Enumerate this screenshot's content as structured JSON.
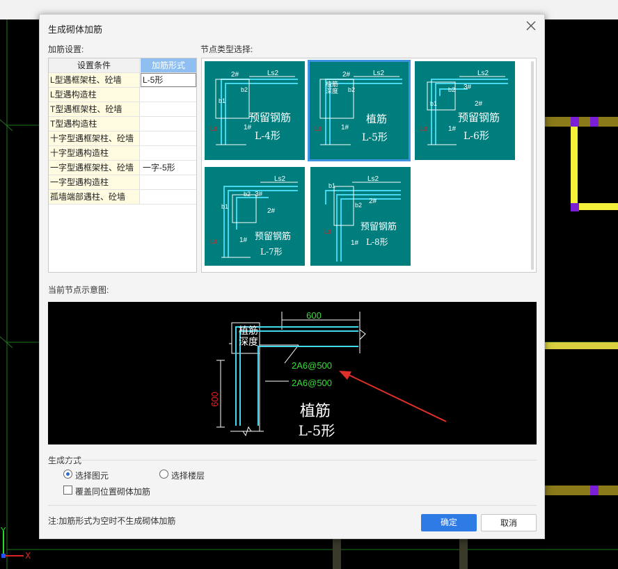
{
  "dialog": {
    "title": "生成砌体加筋",
    "settings_label": "加筋设置:",
    "node_type_label": "节点类型选择:",
    "preview_label": "当前节点示意图:",
    "gen_group_label": "生成方式",
    "radio_select_element": "选择图元",
    "radio_select_floor": "选择楼层",
    "checkbox_overwrite": "覆盖同位置砌体加筋",
    "note": "注:加筋形式为空时不生成砌体加筋",
    "ok_label": "确定",
    "cancel_label": "取消"
  },
  "table": {
    "headers": [
      "设置条件",
      "加筋形式"
    ],
    "rows": [
      {
        "condition": "L型遇框架柱、砼墙",
        "form": "L-5形"
      },
      {
        "condition": "L型遇构造柱",
        "form": ""
      },
      {
        "condition": "T型遇框架柱、砼墙",
        "form": ""
      },
      {
        "condition": "T型遇构造柱",
        "form": ""
      },
      {
        "condition": "十字型遇框架柱、砼墙",
        "form": ""
      },
      {
        "condition": "十字型遇构造柱",
        "form": ""
      },
      {
        "condition": "一字型遇框架柱、砼墙",
        "form": "一字-5形"
      },
      {
        "condition": "一字型遇构造柱",
        "form": ""
      },
      {
        "condition": "孤墙端部遇柱、砼墙",
        "form": ""
      }
    ]
  },
  "tiles": [
    {
      "line1": "预留钢筋",
      "line2": "L-4形",
      "bar_a": "2#",
      "bar_b": "1#",
      "dim": "Ls2",
      "b1": "b1",
      "b2": "b2",
      "ld": "Ld"
    },
    {
      "line1": "植筋",
      "line2": "L-5形",
      "bar_a": "2#",
      "bar_b": "1#",
      "dim": "Ls2",
      "b1": "b1",
      "b2": "b2",
      "ld": "Ld",
      "note1": "植筋",
      "note2": "深度"
    },
    {
      "line1": "预留钢筋",
      "line2": "L-6形",
      "bar_a": "3#",
      "bar_b": "1#",
      "bar_c": "2#",
      "dim": "Ls2",
      "b1": "b1",
      "b2": "b2",
      "ld": "Ld"
    },
    {
      "line1": "预留钢筋",
      "line2": "L-7形",
      "bar_a": "3#",
      "bar_b": "1#",
      "bar_c": "2#",
      "dim": "Ls2",
      "b1": "b1",
      "b2": "b2",
      "ld": "Ld"
    },
    {
      "line1": "预留钢筋",
      "line2": "L-8形",
      "bar_a": "2#",
      "bar_b": "1#",
      "dim": "Ls2",
      "b1": "b1",
      "b2": "b2",
      "ld": "Ld"
    }
  ],
  "preview": {
    "dim_top": "600",
    "dim_side": "600",
    "note1": "植筋",
    "note2": "深度",
    "bar_top": "2A6@500",
    "bar_bottom": "2A6@500",
    "title1": "植筋",
    "title2": "L-5形"
  },
  "cad_axis": {
    "y": "Y",
    "x": "X"
  },
  "colors": {
    "tile_bg": "#007d7d",
    "rebar": "#41d8f0",
    "preview_dim": "#3ddc3d",
    "preview_side_dim": "#e02020",
    "arrow": "#e0302a",
    "accent": "#2f7be5"
  }
}
